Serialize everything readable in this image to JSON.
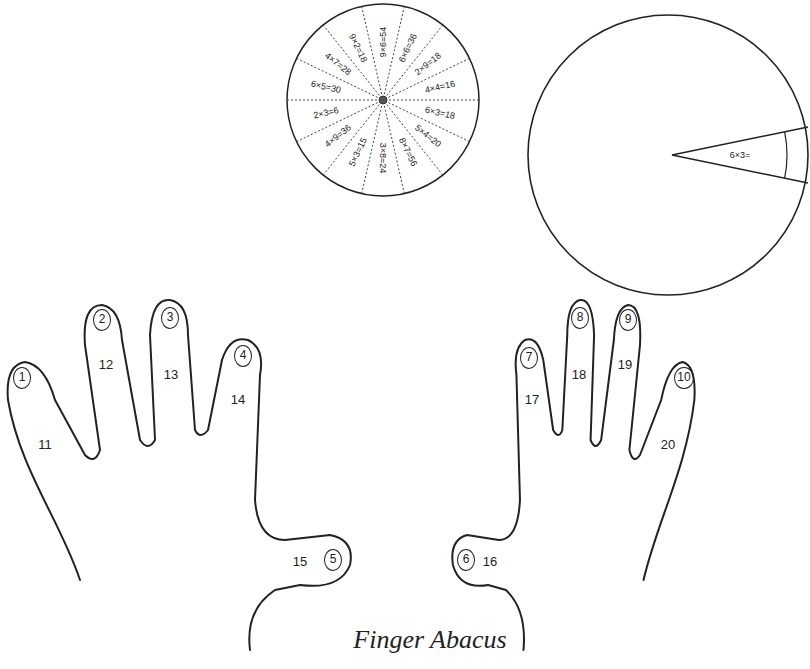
{
  "diagram": {
    "caption": "Finger Abacus",
    "nodes": [
      {
        "text": [
          "9×6=54",
          "6×6=36",
          "2×9=18",
          "4×4=16",
          "6×3=18",
          "5×4=20",
          "8×7=56",
          "3×8=24",
          "5×3=15",
          "4×9=36",
          "2×3=6",
          "6×5=30",
          "4×7=28",
          "9×2=18"
        ]
      },
      {
        "text": [
          "6×3="
        ]
      },
      {
        "text": [
          "1"
        ]
      },
      {
        "text": [
          "2"
        ]
      },
      {
        "text": [
          "3"
        ]
      },
      {
        "text": [
          "4"
        ]
      },
      {
        "text": [
          "5"
        ]
      },
      {
        "text": [
          "6"
        ]
      },
      {
        "text": [
          "7"
        ]
      },
      {
        "text": [
          "8"
        ]
      },
      {
        "text": [
          "9"
        ]
      },
      {
        "text": [
          "10"
        ]
      }
    ],
    "labels": [
      "11",
      "12",
      "13",
      "14",
      "15",
      "16",
      "17",
      "18",
      "19",
      "20"
    ]
  }
}
